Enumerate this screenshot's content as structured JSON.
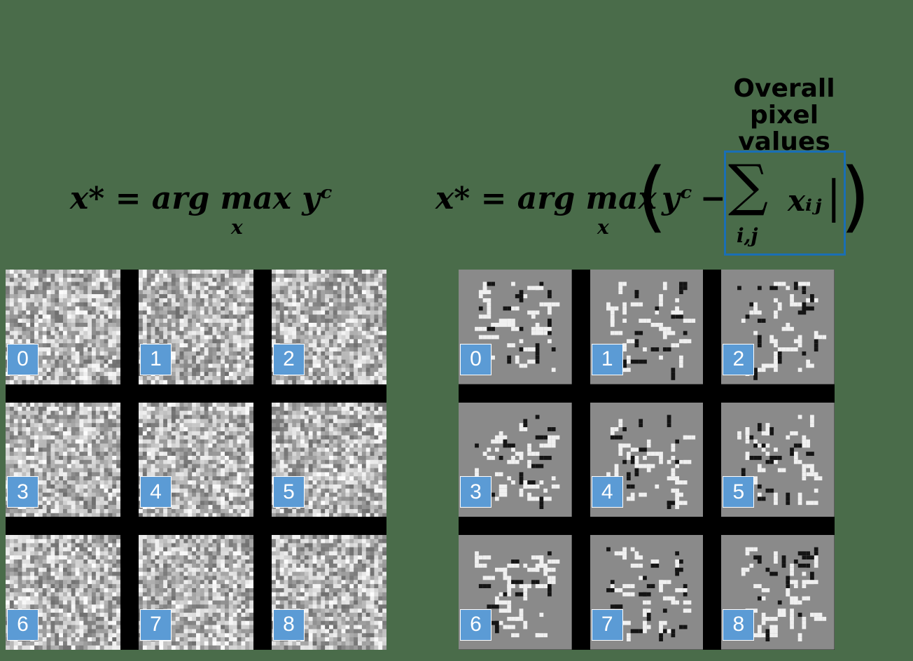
{
  "left_formula": {
    "lhs": "x*",
    "eq": "=",
    "op": "arg max",
    "sub": "x",
    "term": "yᶜ"
  },
  "right_formula": {
    "lhs": "x*",
    "eq": "=",
    "op": "arg max",
    "sub": "x",
    "term": "yᶜ",
    "minus": "−",
    "sum": "∑",
    "sum_sub": "i,j",
    "sum_term": "xᵢⱼ",
    "lparen": "(",
    "rparen": ")",
    "abs_bar": "|"
  },
  "highlight_label": {
    "line1": "Overall",
    "line2": "pixel values"
  },
  "colors": {
    "background": "#4a6c4a",
    "highlight_box": "#1a6fb5",
    "number_badge": "#5b9bd5"
  },
  "left_grid": {
    "style": "random noise",
    "labels": [
      "0",
      "1",
      "2",
      "3",
      "4",
      "5",
      "6",
      "7",
      "8"
    ]
  },
  "right_grid": {
    "style": "sparse strokes on gray",
    "labels": [
      "0",
      "1",
      "2",
      "3",
      "4",
      "5",
      "6",
      "7",
      "8"
    ]
  }
}
